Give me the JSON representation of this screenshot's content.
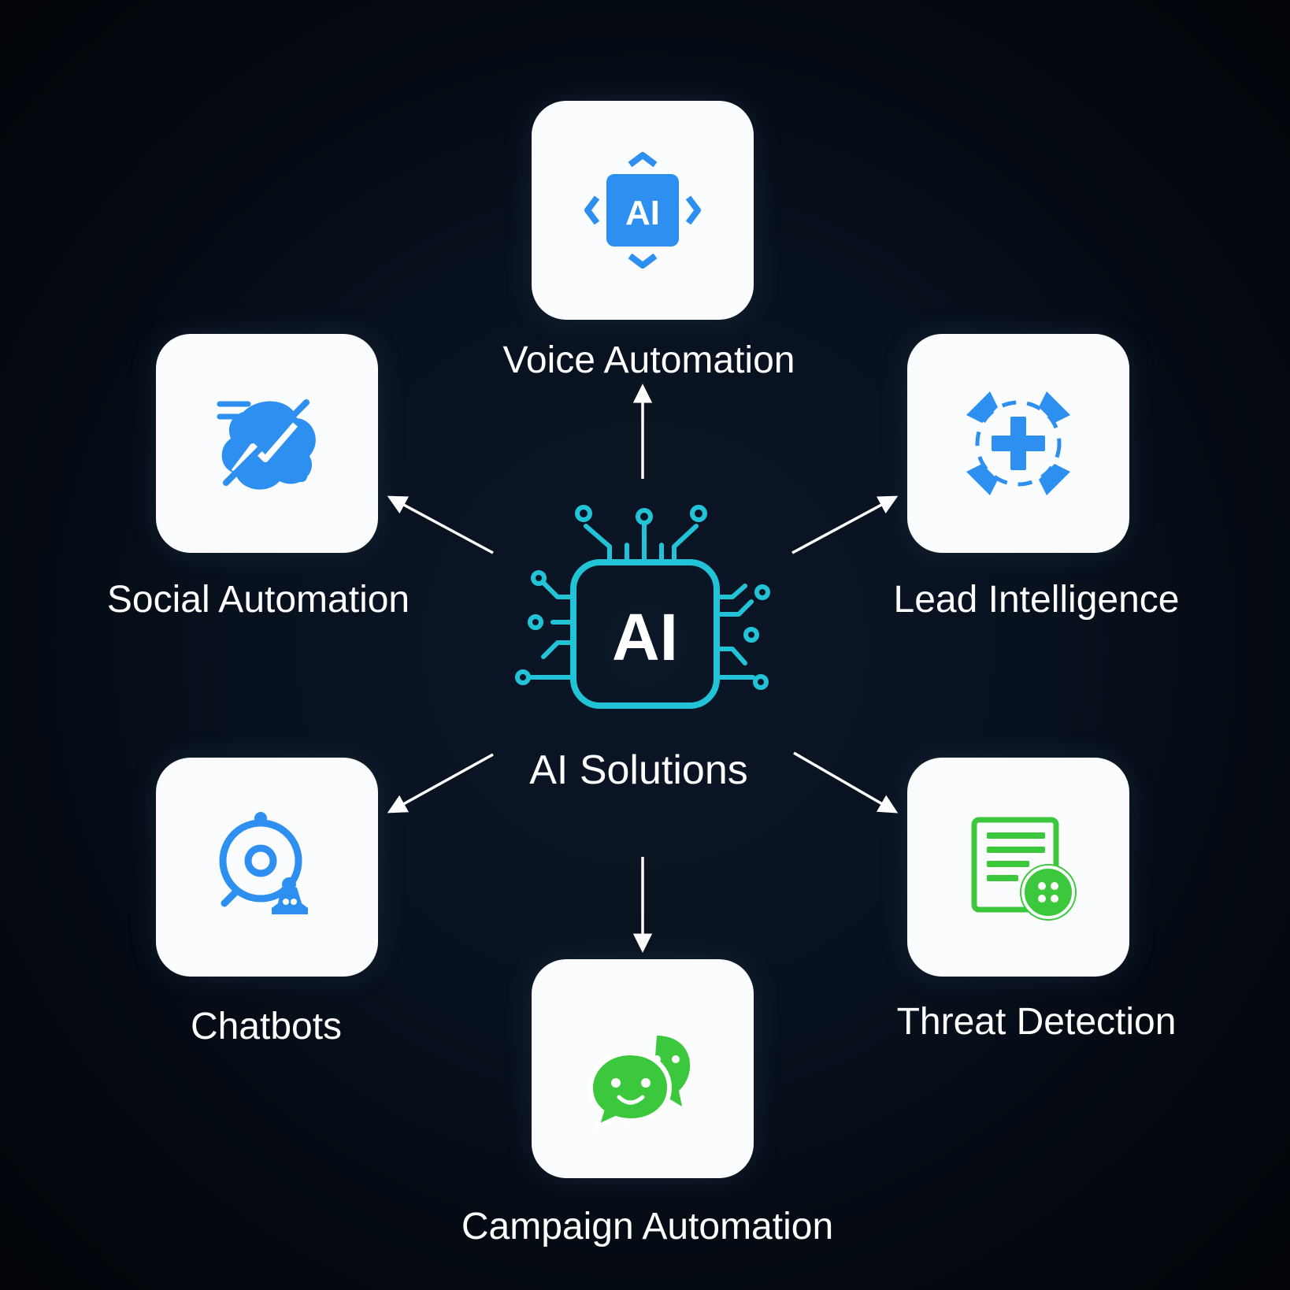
{
  "hub": {
    "chip_text": "AI",
    "label": "AI Solutions",
    "color": "#22c3d6"
  },
  "nodes": [
    {
      "id": "voice",
      "label": "Voice Automation",
      "icon": "ai-chip-arrows-icon",
      "color": "#2d8ff0"
    },
    {
      "id": "social",
      "label": "Social Automation",
      "icon": "trend-cloud-icon",
      "color": "#2d8ff0"
    },
    {
      "id": "lead",
      "label": "Lead Intelligence",
      "icon": "cross-arrows-icon",
      "color": "#2d8ff0"
    },
    {
      "id": "chatbots",
      "label": "Chatbots",
      "icon": "bot-target-icon",
      "color": "#2d8ff0"
    },
    {
      "id": "threat",
      "label": "Threat Detection",
      "icon": "document-badge-icon",
      "color": "#3cc83c"
    },
    {
      "id": "campaign",
      "label": "Campaign Automation",
      "icon": "chat-bubbles-icon",
      "color": "#3cc83c"
    }
  ],
  "edges": [
    {
      "from": "hub",
      "to": "voice"
    },
    {
      "from": "hub",
      "to": "social"
    },
    {
      "from": "hub",
      "to": "lead"
    },
    {
      "from": "hub",
      "to": "chatbots"
    },
    {
      "from": "hub",
      "to": "threat"
    },
    {
      "from": "hub",
      "to": "campaign"
    }
  ]
}
